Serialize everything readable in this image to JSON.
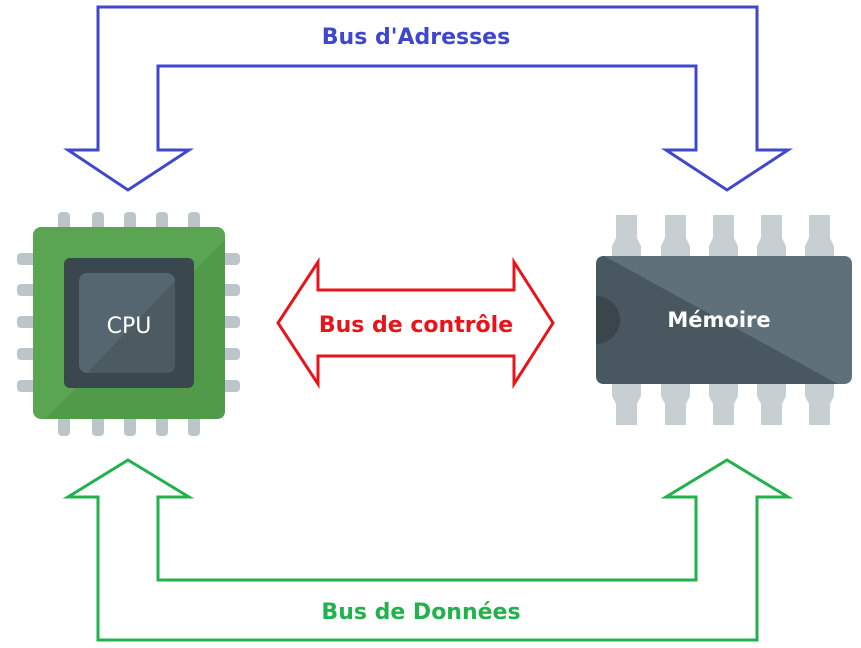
{
  "buses": {
    "address": {
      "label": "Bus d'Adresses",
      "color": "#3f48cc"
    },
    "control": {
      "label": "Bus de contrôle",
      "color": "#e8141c"
    },
    "data": {
      "label": "Bus de Données",
      "color": "#22b14c"
    }
  },
  "components": {
    "cpu": {
      "label": "CPU",
      "icon": "cpu-chip-icon",
      "color": "#5aa552"
    },
    "memory": {
      "label": "Mémoire",
      "icon": "memory-chip-icon",
      "color": "#4f6069"
    }
  }
}
